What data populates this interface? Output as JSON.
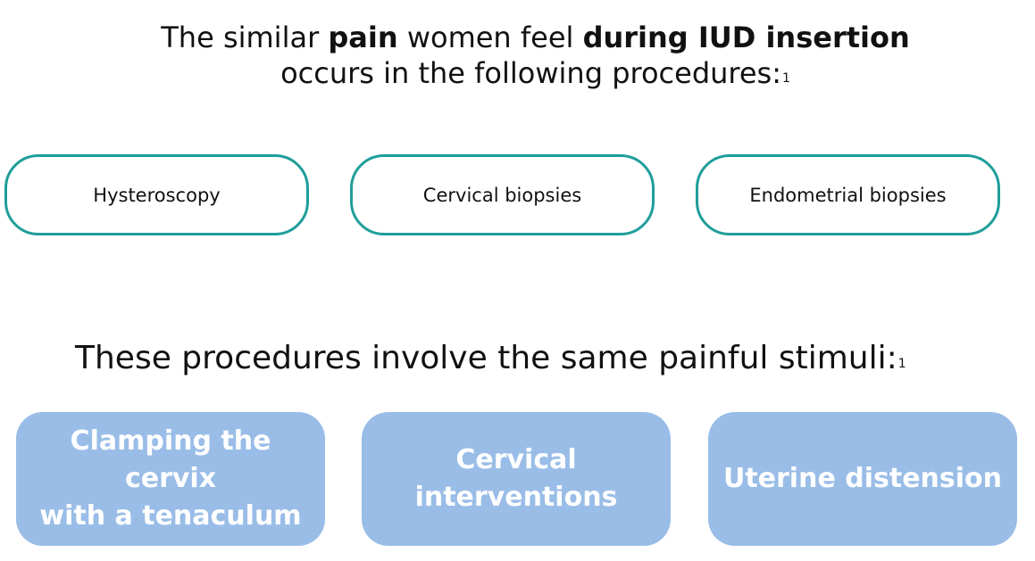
{
  "headline": {
    "part1": "The similar ",
    "bold1": "pain",
    "part2": " women feel ",
    "bold2": "during IUD insertion",
    "line2": "occurs in the following procedures:",
    "footnote": "1"
  },
  "procedures": [
    "Hysteroscopy",
    "Cervical biopsies",
    "Endometrial biopsies"
  ],
  "subhead": {
    "text": "These procedures involve the same painful stimuli:",
    "footnote": "1"
  },
  "stimuli": [
    {
      "line1": "Clamping the cervix",
      "line2": "with a tenaculum"
    },
    {
      "line1": "Cervical",
      "line2": "interventions"
    },
    {
      "line1": "Uterine distension",
      "line2": ""
    }
  ],
  "colors": {
    "pill_border": "#1f9e9a",
    "stimulus_fill": "#99bde7"
  }
}
